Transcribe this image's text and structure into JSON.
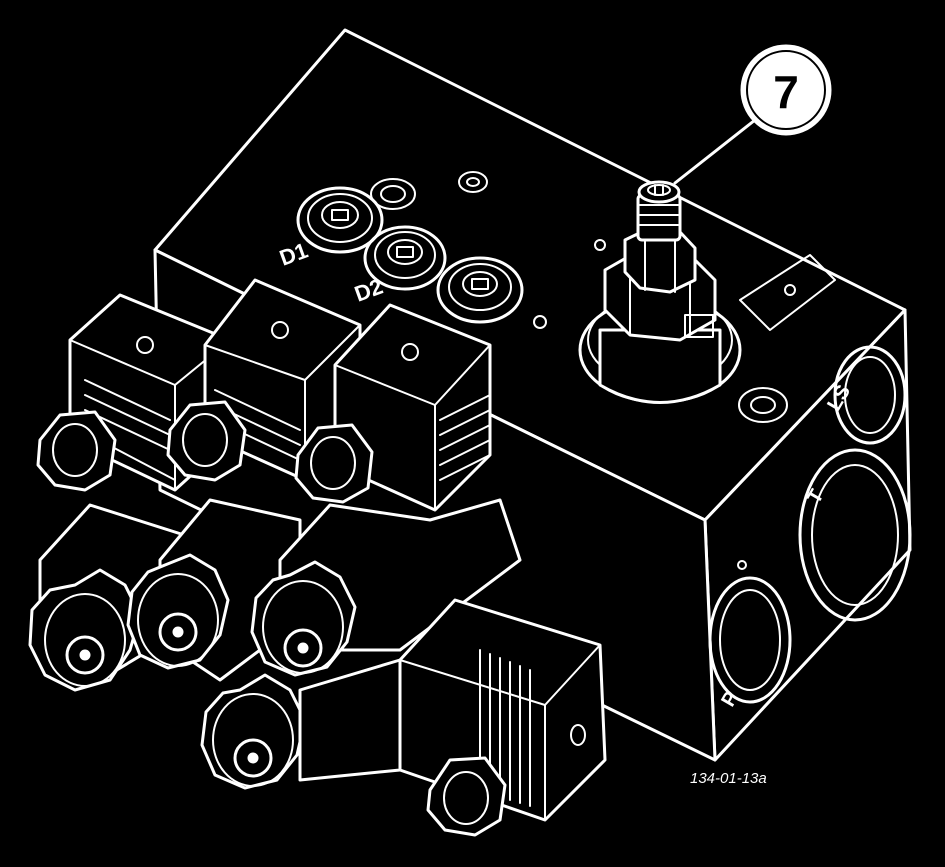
{
  "callout": {
    "number": "7"
  },
  "ports": {
    "d1": "D1",
    "d2": "D2",
    "ls": "LS",
    "t": "T",
    "p": "P"
  },
  "figure_code": "134-01-13a",
  "colors": {
    "background": "#000000",
    "line": "#ffffff"
  },
  "icons": {
    "callout": "numbered-callout-circle",
    "relief_valve": "pressure-valve-icon",
    "solenoid": "solenoid-coil-icon",
    "knob": "star-knob-icon",
    "plug": "cable-gland-icon"
  }
}
